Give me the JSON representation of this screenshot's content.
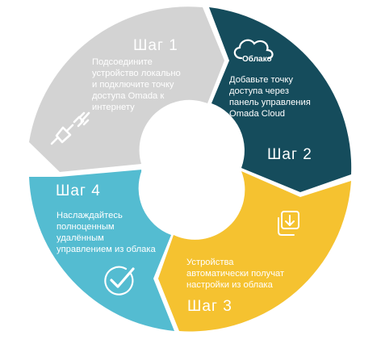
{
  "colors": {
    "step1": "#d3d3d3",
    "step2": "#154c5c",
    "step3": "#f5c230",
    "step4": "#54bcd1",
    "center": "#ffffff"
  },
  "steps": [
    {
      "title": "Шаг 1",
      "icon": "ethernet-plug-icon",
      "text": [
        "Подсоедините",
        "устройство локально",
        "и подключите точку",
        "доступа Omada к",
        "интернету"
      ]
    },
    {
      "title": "Шаг 2",
      "icon": "cloud-icon",
      "icon_label": "Облако",
      "text": [
        "Добавьте точку",
        "доступа через",
        "панель управления",
        "Omada Cloud"
      ]
    },
    {
      "title": "Шаг 3",
      "icon": "download-icon",
      "text": [
        "Устройства",
        "автоматически получат",
        "настройки из облака"
      ]
    },
    {
      "title": "Шаг 4",
      "icon": "checkmark-circle-icon",
      "text": [
        "Наслаждайтесь",
        "полноценным",
        "удалённым",
        "управлением из облака"
      ]
    }
  ]
}
